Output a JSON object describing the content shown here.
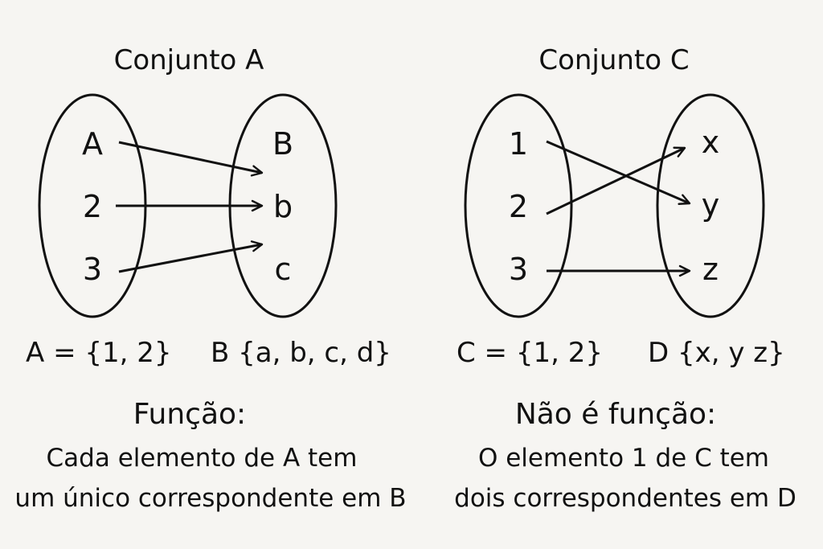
{
  "left": {
    "title": "Conjunto A",
    "domain_elements": [
      "A",
      "2",
      "3"
    ],
    "codomain_elements": [
      "B",
      "b",
      "c"
    ],
    "domain_definition": "A = {1, 2}",
    "codomain_definition": "B {a, b, c, d}",
    "verdict": "Função:",
    "explanation_line1": "Cada elemento de A tem",
    "explanation_line2": "um único correspondente em B"
  },
  "right": {
    "title": "Conjunto C",
    "domain_elements": [
      "1",
      "2",
      "3"
    ],
    "codomain_elements": [
      "x",
      "y",
      "z"
    ],
    "domain_definition": "C = {1, 2}",
    "codomain_definition": "D {x, y z}",
    "verdict": "Não é função:",
    "explanation_line1": "O elemento 1 de C tem",
    "explanation_line2": "dois correspondentes em D"
  },
  "colors": {
    "ink": "#111111",
    "background": "#f6f5f2"
  }
}
